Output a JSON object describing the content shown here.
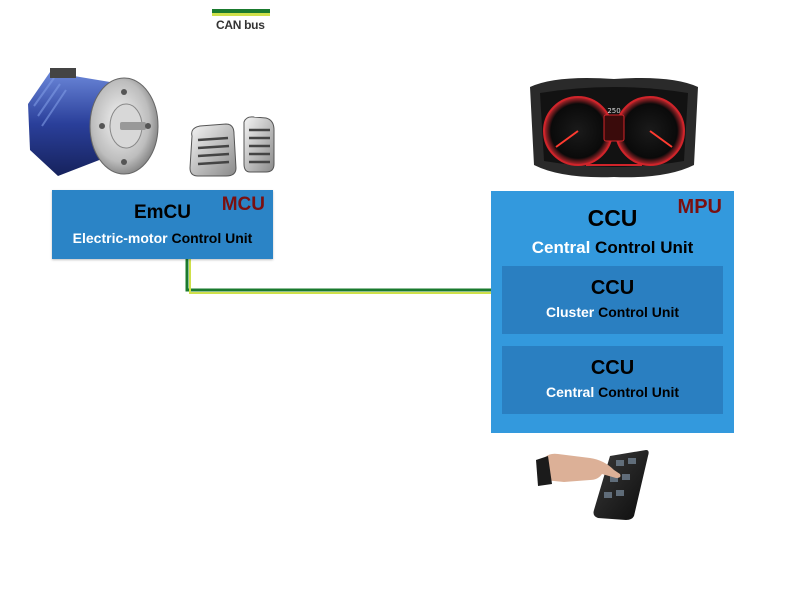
{
  "legend": {
    "label": "CAN bus"
  },
  "emcu": {
    "tag": "MCU",
    "title": "EmCU",
    "desc_highlight": "Electric-motor",
    "desc_rest": " Control Unit"
  },
  "mpu": {
    "tag": "MPU",
    "title": "CCU",
    "desc_highlight": "Central",
    "desc_rest": " Control Unit",
    "subunits": [
      {
        "title": "CCU",
        "desc_highlight": "Cluster",
        "desc_rest": " Control Unit"
      },
      {
        "title": "CCU",
        "desc_highlight": "Central",
        "desc_rest": " Control Unit"
      }
    ]
  },
  "colors": {
    "can_green": "#1a7a2e",
    "can_yellow": "#cfe04a",
    "box_blue": "#2b84c6",
    "mpu_blue": "#3399dd",
    "tag_red": "#7a1010"
  },
  "icons": [
    "electric-motor-icon",
    "pedals-icon",
    "instrument-cluster-icon",
    "touchscreen-hand-icon"
  ]
}
